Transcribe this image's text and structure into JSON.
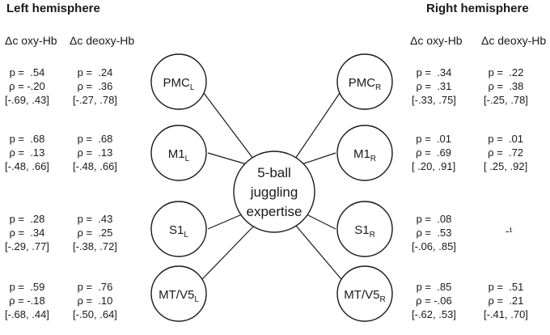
{
  "headers": {
    "left": "Left hemisphere",
    "right": "Right hemisphere"
  },
  "column_headers": {
    "left_oxy": "Δc oxy-Hb",
    "left_deoxy": "Δc deoxy-Hb",
    "right_oxy": "Δc oxy-Hb",
    "right_deoxy": "Δc deoxy-Hb"
  },
  "center": {
    "line1": "5-ball",
    "line2": "juggling",
    "line3": "expertise"
  },
  "left_nodes": [
    {
      "base": "PMC",
      "sub": "L"
    },
    {
      "base": "M1",
      "sub": "L"
    },
    {
      "base": "S1",
      "sub": "L"
    },
    {
      "base": "MT/V5",
      "sub": "L"
    }
  ],
  "right_nodes": [
    {
      "base": "PMC",
      "sub": "R"
    },
    {
      "base": "M1",
      "sub": "R"
    },
    {
      "base": "S1",
      "sub": "R"
    },
    {
      "base": "MT/V5",
      "sub": "R"
    }
  ],
  "rows": [
    {
      "left_oxy": {
        "p": "p =  .54",
        "rho": "ρ = -.20",
        "ci": "[-.69, .43]"
      },
      "left_deoxy": {
        "p": "p =  .24",
        "rho": "ρ =  .36",
        "ci": "[-.27, .78]"
      },
      "right_oxy": {
        "p": "p =  .34",
        "rho": "ρ =  .31",
        "ci": "[-.33, .75]"
      },
      "right_deoxy": {
        "p": "p =  .22",
        "rho": "ρ =  .38",
        "ci": "[-.25, .78]"
      }
    },
    {
      "left_oxy": {
        "p": "p =  .68",
        "rho": "ρ =  .13",
        "ci": "[-.48, .66]"
      },
      "left_deoxy": {
        "p": "p =  .68",
        "rho": "ρ =  .13",
        "ci": "[-.48, .66]"
      },
      "right_oxy": {
        "p": "p =  .01",
        "rho": "ρ =  .69",
        "ci": "[ .20, .91]"
      },
      "right_deoxy": {
        "p": "p =  .01",
        "rho": "ρ =  .72",
        "ci": "[ .25, .92]"
      }
    },
    {
      "left_oxy": {
        "p": "p =  .28",
        "rho": "ρ =  .34",
        "ci": "[-.29, .77]"
      },
      "left_deoxy": {
        "p": "p =  .43",
        "rho": "ρ =  .25",
        "ci": "[-.38, .72]"
      },
      "right_oxy": {
        "p": "p =  .08",
        "rho": "ρ =  .53",
        "ci": "[-.06, .85]"
      },
      "right_deoxy_missing": "-¹"
    },
    {
      "left_oxy": {
        "p": "p =  .59",
        "rho": "ρ = -.18",
        "ci": "[-.68, .44]"
      },
      "left_deoxy": {
        "p": "p =  .76",
        "rho": "ρ =  .10",
        "ci": "[-.50, .64]"
      },
      "right_oxy": {
        "p": "p =  .85",
        "rho": "ρ = -.06",
        "ci": "[-.62, .53]"
      },
      "right_deoxy": {
        "p": "p =  .51",
        "rho": "ρ =  .21",
        "ci": "[-.41, .70]"
      }
    }
  ]
}
